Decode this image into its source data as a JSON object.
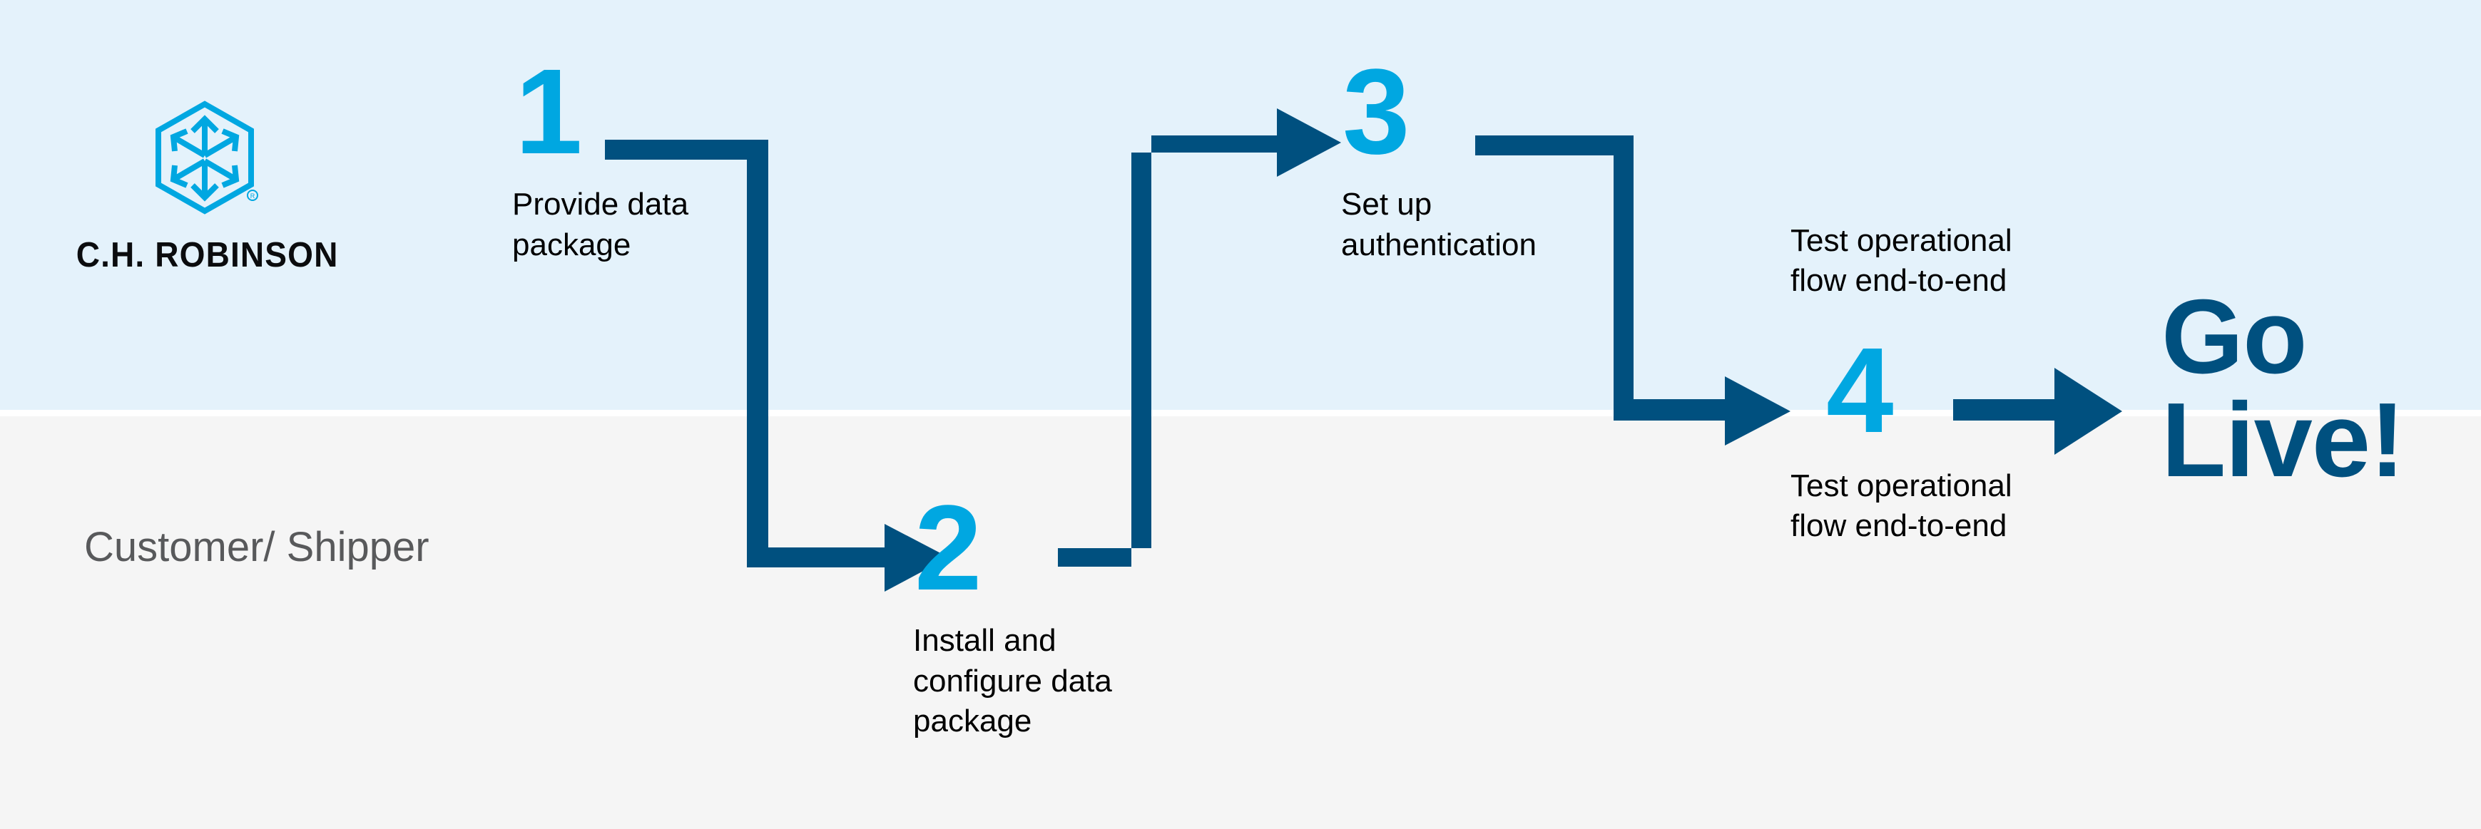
{
  "diagram": {
    "title": "Customer / Shipper onboarding process flow",
    "colors": {
      "band_top": "#e4f2fb",
      "band_bottom": "#f5f5f5",
      "accent_light_blue": "#00a7e1",
      "accent_dark_blue": "#00507f",
      "label_gray": "#58595b",
      "text_black": "#000000"
    }
  },
  "brand": {
    "wordmark": "C.H. ROBINSON",
    "logo_icon": "hexagon-cube-arrows-logo",
    "registered_mark": "®"
  },
  "lane": {
    "label": "Customer/\nShipper"
  },
  "steps": [
    {
      "number": "1",
      "label": "Provide data\npackage"
    },
    {
      "number": "2",
      "label": "Install and\nconfigure data\npackage"
    },
    {
      "number": "3",
      "label": "Set up\nauthentication"
    },
    {
      "number": "4",
      "label_above": "Test operational\nflow end-to-end",
      "label_below": "Test operational\nflow end-to-end"
    }
  ],
  "outcome": {
    "label": "Go\nLive!"
  },
  "connectors": [
    {
      "name": "step1-to-step2",
      "from": "1",
      "to": "2",
      "shape": "down-right-elbow-arrow"
    },
    {
      "name": "step2-to-step3",
      "from": "2",
      "to": "3",
      "shape": "up-right-elbow-arrow"
    },
    {
      "name": "step3-to-step4",
      "from": "3",
      "to": "4",
      "shape": "down-right-elbow-arrow"
    },
    {
      "name": "step4-to-go-live",
      "from": "4",
      "to": "Go Live!",
      "shape": "straight-arrow"
    }
  ]
}
